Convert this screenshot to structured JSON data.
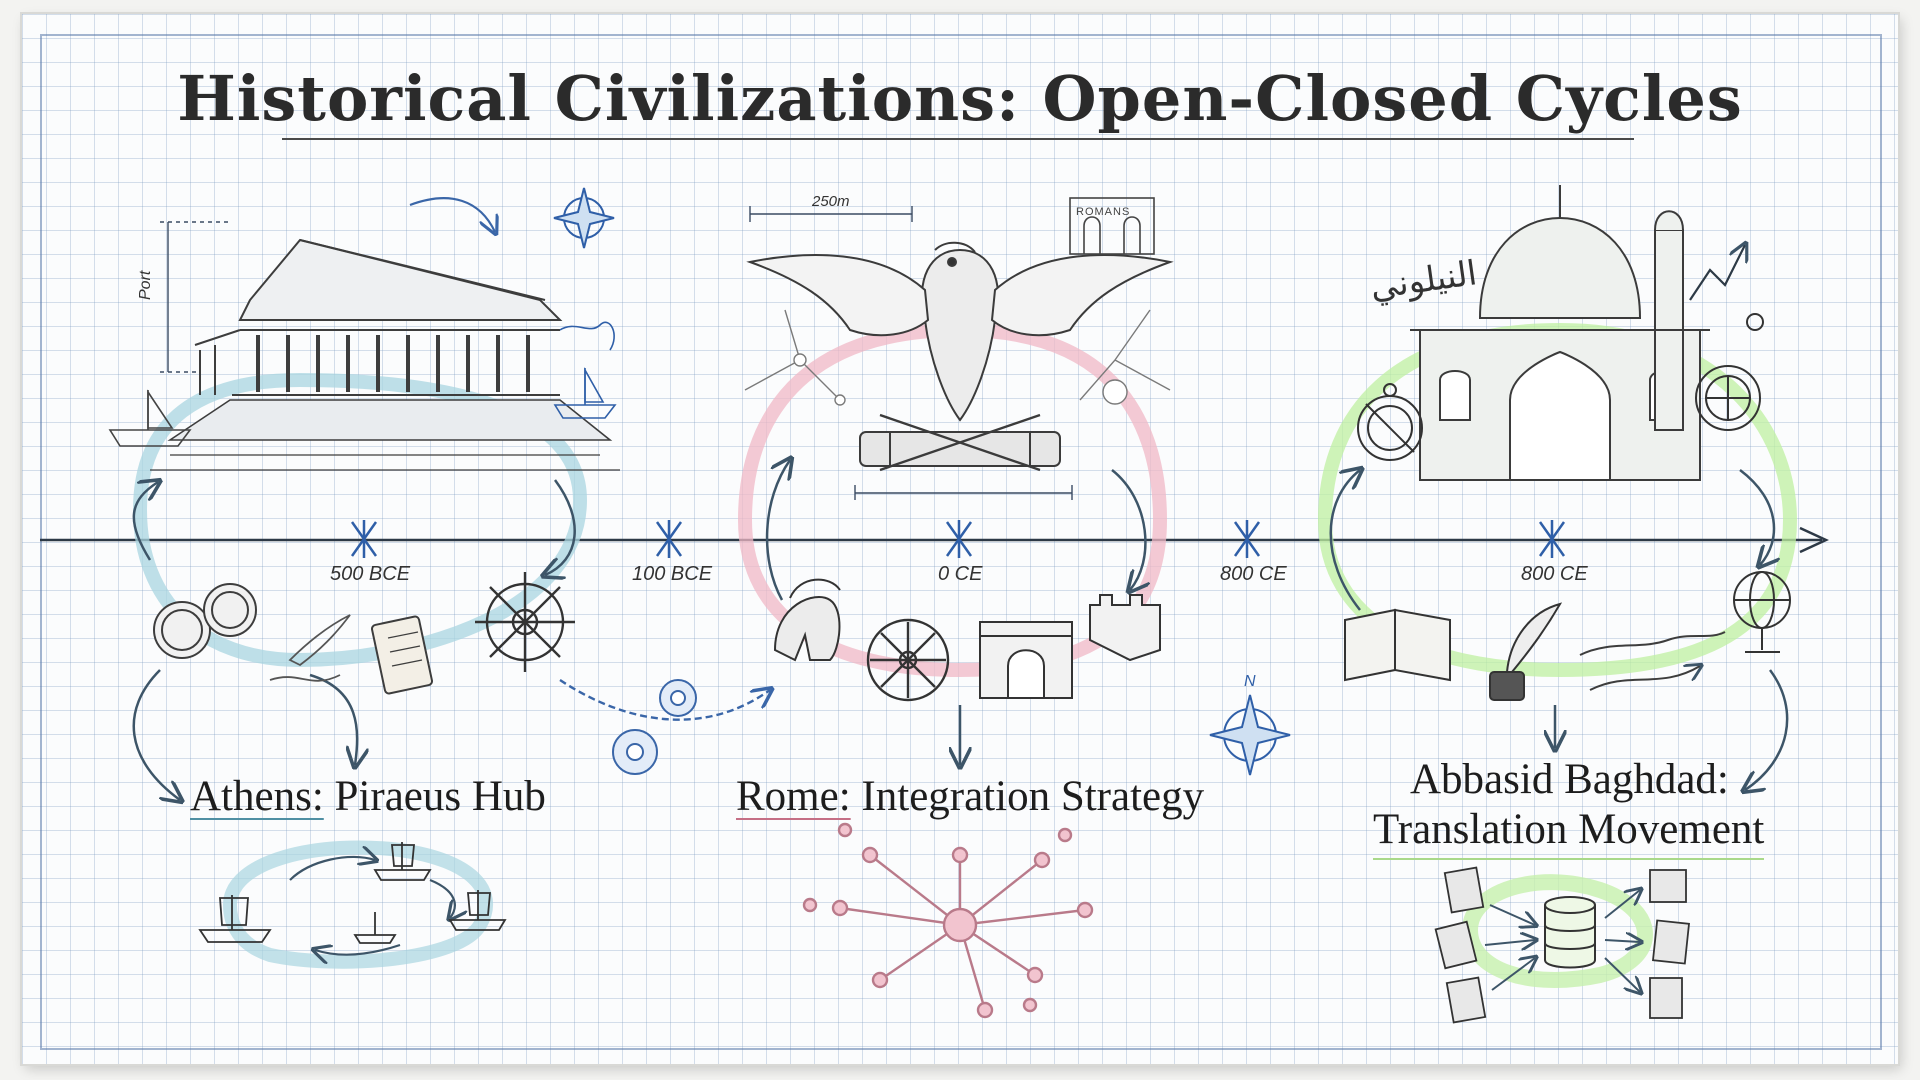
{
  "title": "Historical Civilizations: Open-Closed Cycles",
  "timeline": {
    "dates": [
      "500 BCE",
      "100 BCE",
      "0 CE",
      "800 CE",
      "800 CE"
    ]
  },
  "civilizations": [
    {
      "name": "Athens:",
      "rest": " Piraeus Hub",
      "color": "#7fbccb"
    },
    {
      "name": "Rome:",
      "rest": " Integration Strategy",
      "color": "#e8a2b4"
    },
    {
      "line1": "Abbasid Baghdad:",
      "line2": "Translation Movement",
      "color": "#9fe07a"
    }
  ],
  "annotations": {
    "dimension_label": "250m",
    "port_label": "Port",
    "arabic_text": "النيلوني",
    "compass_north": "N",
    "arch_sign": "ROMANS"
  }
}
